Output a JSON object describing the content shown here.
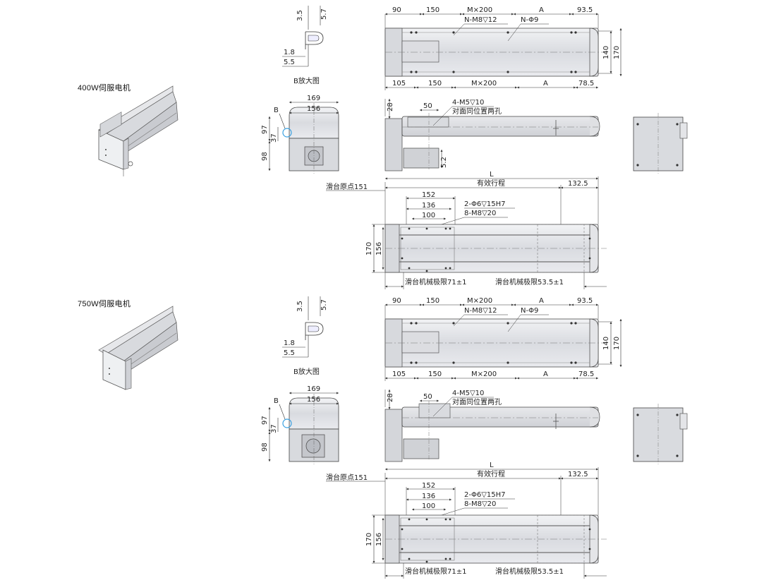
{
  "sections": [
    {
      "title": "400W伺服电机",
      "detail": {
        "d35": "3.5",
        "d57": "5.7",
        "d18": "1.8",
        "d55": "5.5",
        "caption": "B放大图"
      },
      "top": {
        "d90": "90",
        "d150": "150",
        "m200": "M×200",
        "a": "A",
        "d935": "93.5",
        "n_m8": "N-M8▽12",
        "n_phi9": "N-Φ9",
        "d140": "140",
        "d170": "170",
        "d105": "105",
        "d150b": "150",
        "m200b": "M×200",
        "ab": "A",
        "d785": "78.5"
      },
      "front": {
        "d169": "169",
        "d156": "156",
        "b": "B",
        "d97": "97",
        "d37": "37",
        "d98": "98"
      },
      "side": {
        "d28": "28",
        "d50": "50",
        "m5": "4-M5▽10",
        "holes": "对面同位置两孔",
        "d52": "5.2"
      },
      "bottom": {
        "l": "L",
        "origin": "滑台原点151",
        "stroke": "有效行程",
        "d1325": "132.5",
        "d152": "152",
        "d136": "136",
        "d100": "100",
        "phi6": "2-Φ6▽15H7",
        "m8": "8-M8▽20",
        "d170": "170",
        "d156": "156",
        "lim71": "滑台机械极限71±1",
        "lim535": "滑台机械极限53.5±1"
      }
    },
    {
      "title": "750W伺服电机",
      "detail": {
        "d35": "3.5",
        "d57": "5.7",
        "d18": "1.8",
        "d55": "5.5",
        "caption": "B放大图"
      },
      "top": {
        "d90": "90",
        "d150": "150",
        "m200": "M×200",
        "a": "A",
        "d935": "93.5",
        "n_m8": "N-M8▽12",
        "n_phi9": "N-Φ9",
        "d140": "140",
        "d170": "170",
        "d105": "105",
        "d150b": "150",
        "m200b": "M×200",
        "ab": "A",
        "d785": "78.5"
      },
      "front": {
        "d169": "169",
        "d156": "156",
        "b": "B",
        "d97": "97",
        "d37": "37",
        "d98": "98"
      },
      "side": {
        "d28": "28",
        "d50": "50",
        "m5": "4-M5▽10",
        "holes": "对面同位置两孔"
      },
      "bottom": {
        "l": "L",
        "origin": "滑台原点151",
        "stroke": "有效行程",
        "d1325": "132.5",
        "d152": "152",
        "d136": "136",
        "d100": "100",
        "phi6": "2-Φ6▽15H7",
        "m8": "8-M8▽20",
        "d170": "170",
        "d156": "156",
        "lim71": "滑台机械极限71±1",
        "lim535": "滑台机械极限53.5±1"
      }
    }
  ]
}
